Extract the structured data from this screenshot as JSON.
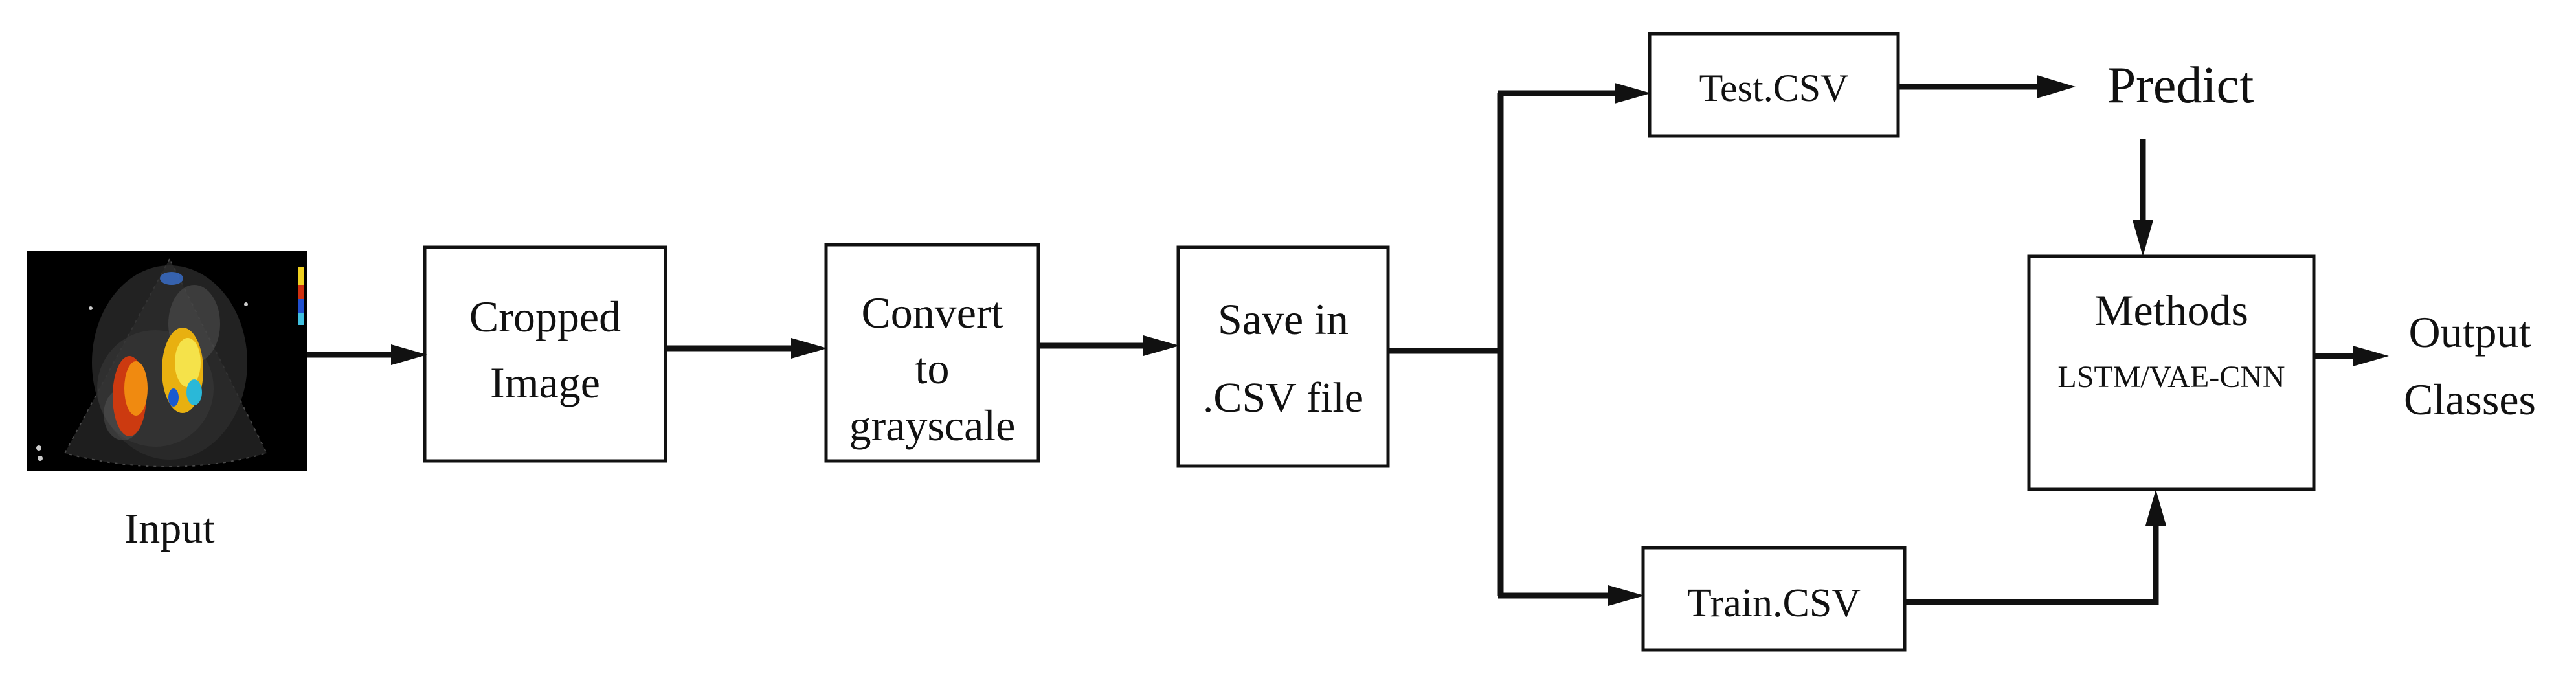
{
  "diagram": {
    "input": {
      "label": "Input",
      "image": "echocardiogram-doppler-image"
    },
    "steps": {
      "cropped": [
        "Cropped",
        "Image"
      ],
      "grayscale": [
        "Convert",
        "to",
        "grayscale"
      ],
      "save_csv": [
        "Save in",
        ".CSV file"
      ]
    },
    "split": {
      "test": "Test.CSV",
      "train": "Train.CSV"
    },
    "predict": "Predict",
    "methods": {
      "title": "Methods",
      "subtitle": "LSTM/VAE-CNN"
    },
    "output": [
      "Output",
      "Classes"
    ],
    "colors": {
      "stroke": "#111111",
      "background": "#ffffff",
      "image_bg": "#000000"
    }
  }
}
